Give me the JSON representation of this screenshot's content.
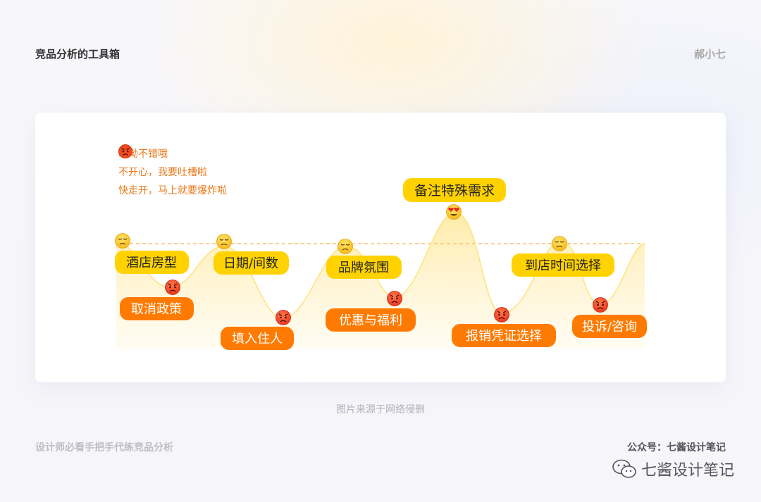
{
  "header": {
    "title": "竞品分析的工具箱",
    "author": "郝小七"
  },
  "legend": [
    {
      "label": "哎呦不错哦",
      "icon": "heart-eyes-emoji-icon"
    },
    {
      "label": "不开心，我要吐槽啦",
      "icon": "sad-emoji-icon"
    },
    {
      "label": "快走开，马上就要爆炸啦",
      "icon": "angry-emoji-icon"
    }
  ],
  "nodes": [
    {
      "label": "酒店房型",
      "mood": "sad"
    },
    {
      "label": "取消政策",
      "mood": "angry"
    },
    {
      "label": "日期/间数",
      "mood": "sad"
    },
    {
      "label": "填入住人",
      "mood": "angry"
    },
    {
      "label": "品牌氛围",
      "mood": "sad"
    },
    {
      "label": "优惠与福利",
      "mood": "angry"
    },
    {
      "label": "备注特殊需求",
      "mood": "heart"
    },
    {
      "label": "报销凭证选择",
      "mood": "angry"
    },
    {
      "label": "到店时间选择",
      "mood": "sad"
    },
    {
      "label": "投诉/咨询",
      "mood": "angry"
    }
  ],
  "colors": {
    "orange": "#ff8a00",
    "yellow": "#ffd200",
    "curve": "#ffe27a",
    "dashed": "#ffb24a"
  },
  "caption": "图片来源于网络侵删",
  "footer": {
    "left": "设计师必看手把手代练竞品分析",
    "right": "公众号：七酱设计笔记",
    "watermark": "七酱设计笔记",
    "watermark_icon": "wechat-icon"
  }
}
